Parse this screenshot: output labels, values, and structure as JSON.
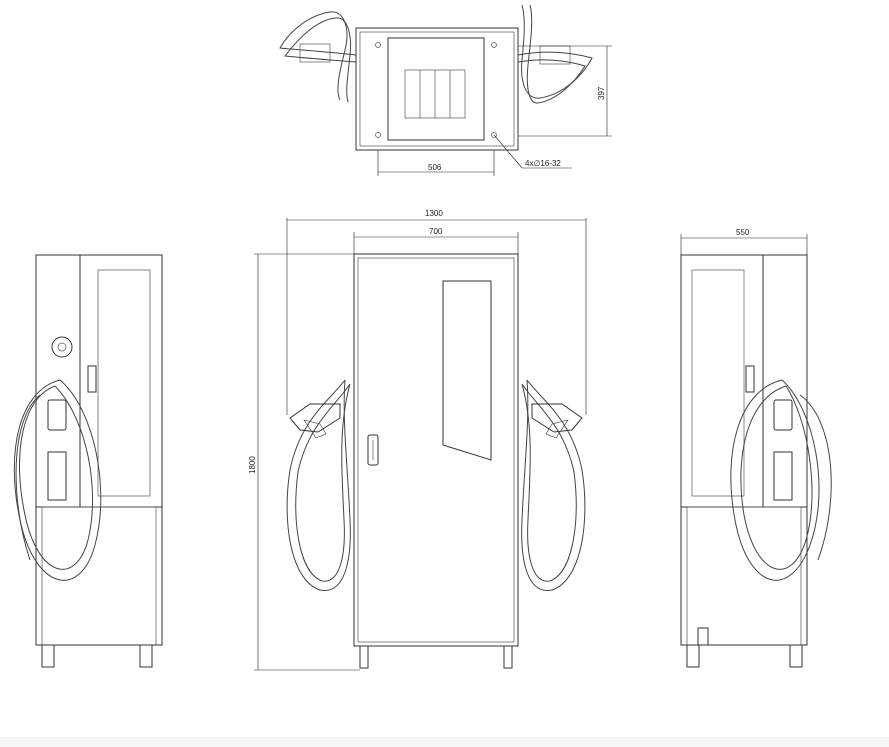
{
  "views": {
    "top": {
      "width_label": "506",
      "depth_label": "397",
      "hole_label": "4x∅16-32"
    },
    "front": {
      "overall_width_label": "1300",
      "cabinet_width_label": "700",
      "height_label": "1800"
    },
    "side": {
      "depth_label": "550"
    }
  },
  "colors": {
    "line": "#333333",
    "background": "#ffffff"
  }
}
